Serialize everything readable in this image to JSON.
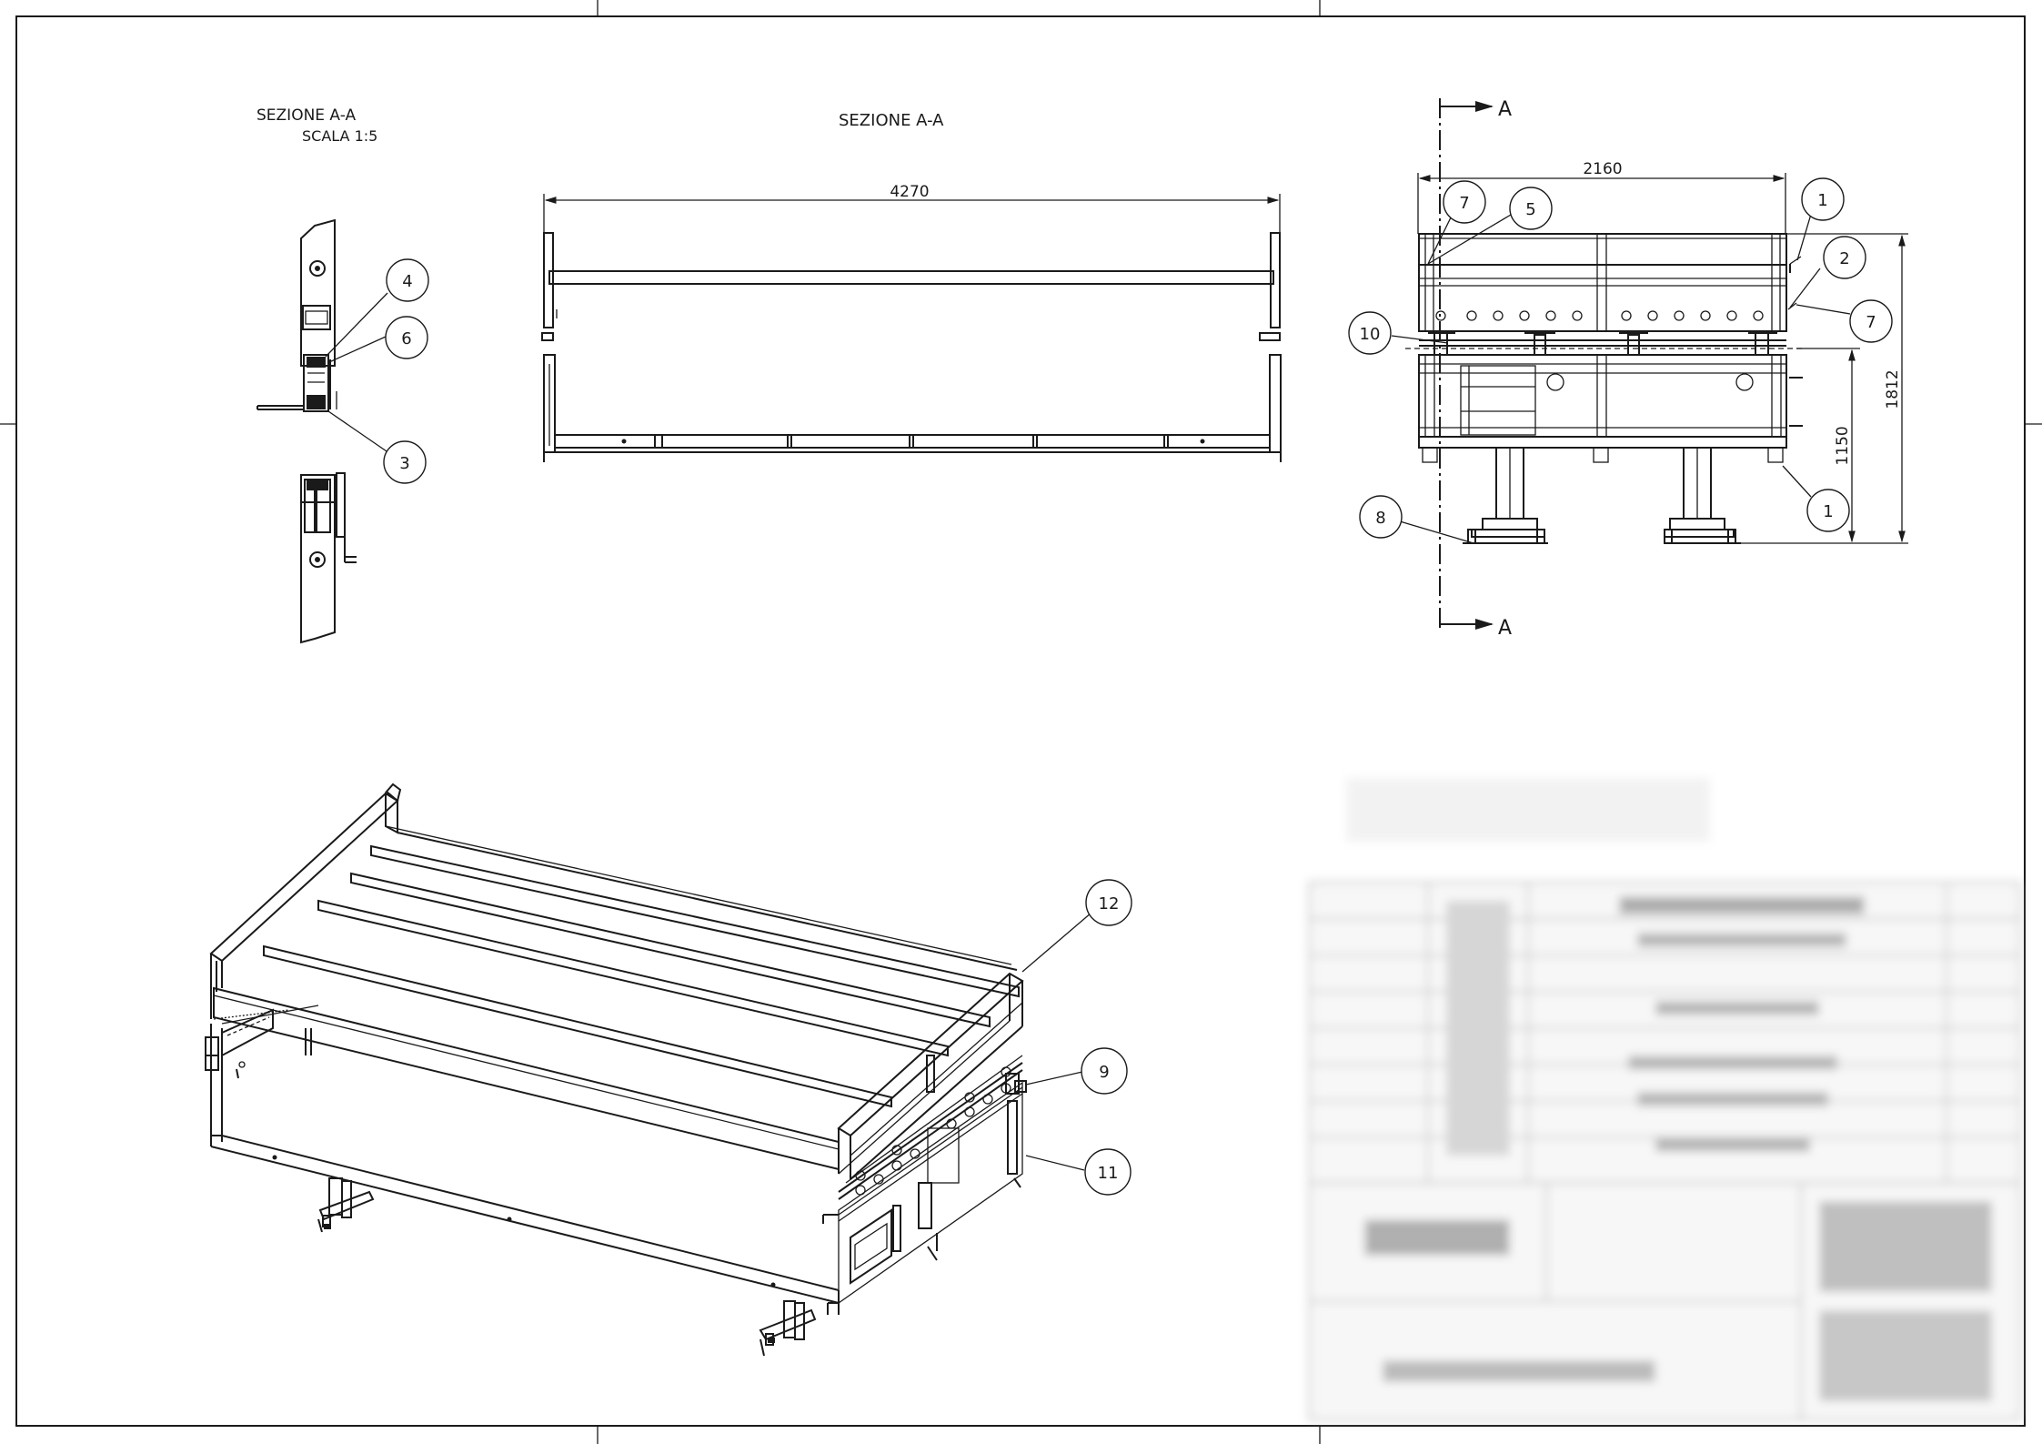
{
  "sections": {
    "detail_title": "SEZIONE A-A",
    "detail_scale": "SCALA 1:5",
    "main_title": "SEZIONE A-A"
  },
  "dimensions": {
    "length": "4270",
    "width": "2160",
    "height_total": "1812",
    "height_partial": "1150"
  },
  "cut_label": "A",
  "balloons": {
    "detail": [
      "4",
      "6",
      "3"
    ],
    "side": [
      "7",
      "5",
      "1",
      "2",
      "7",
      "10",
      "8",
      "1"
    ],
    "iso": [
      "12",
      "9",
      "11"
    ]
  },
  "colors": {
    "line": "#1a1a1a",
    "background": "#ffffff"
  }
}
